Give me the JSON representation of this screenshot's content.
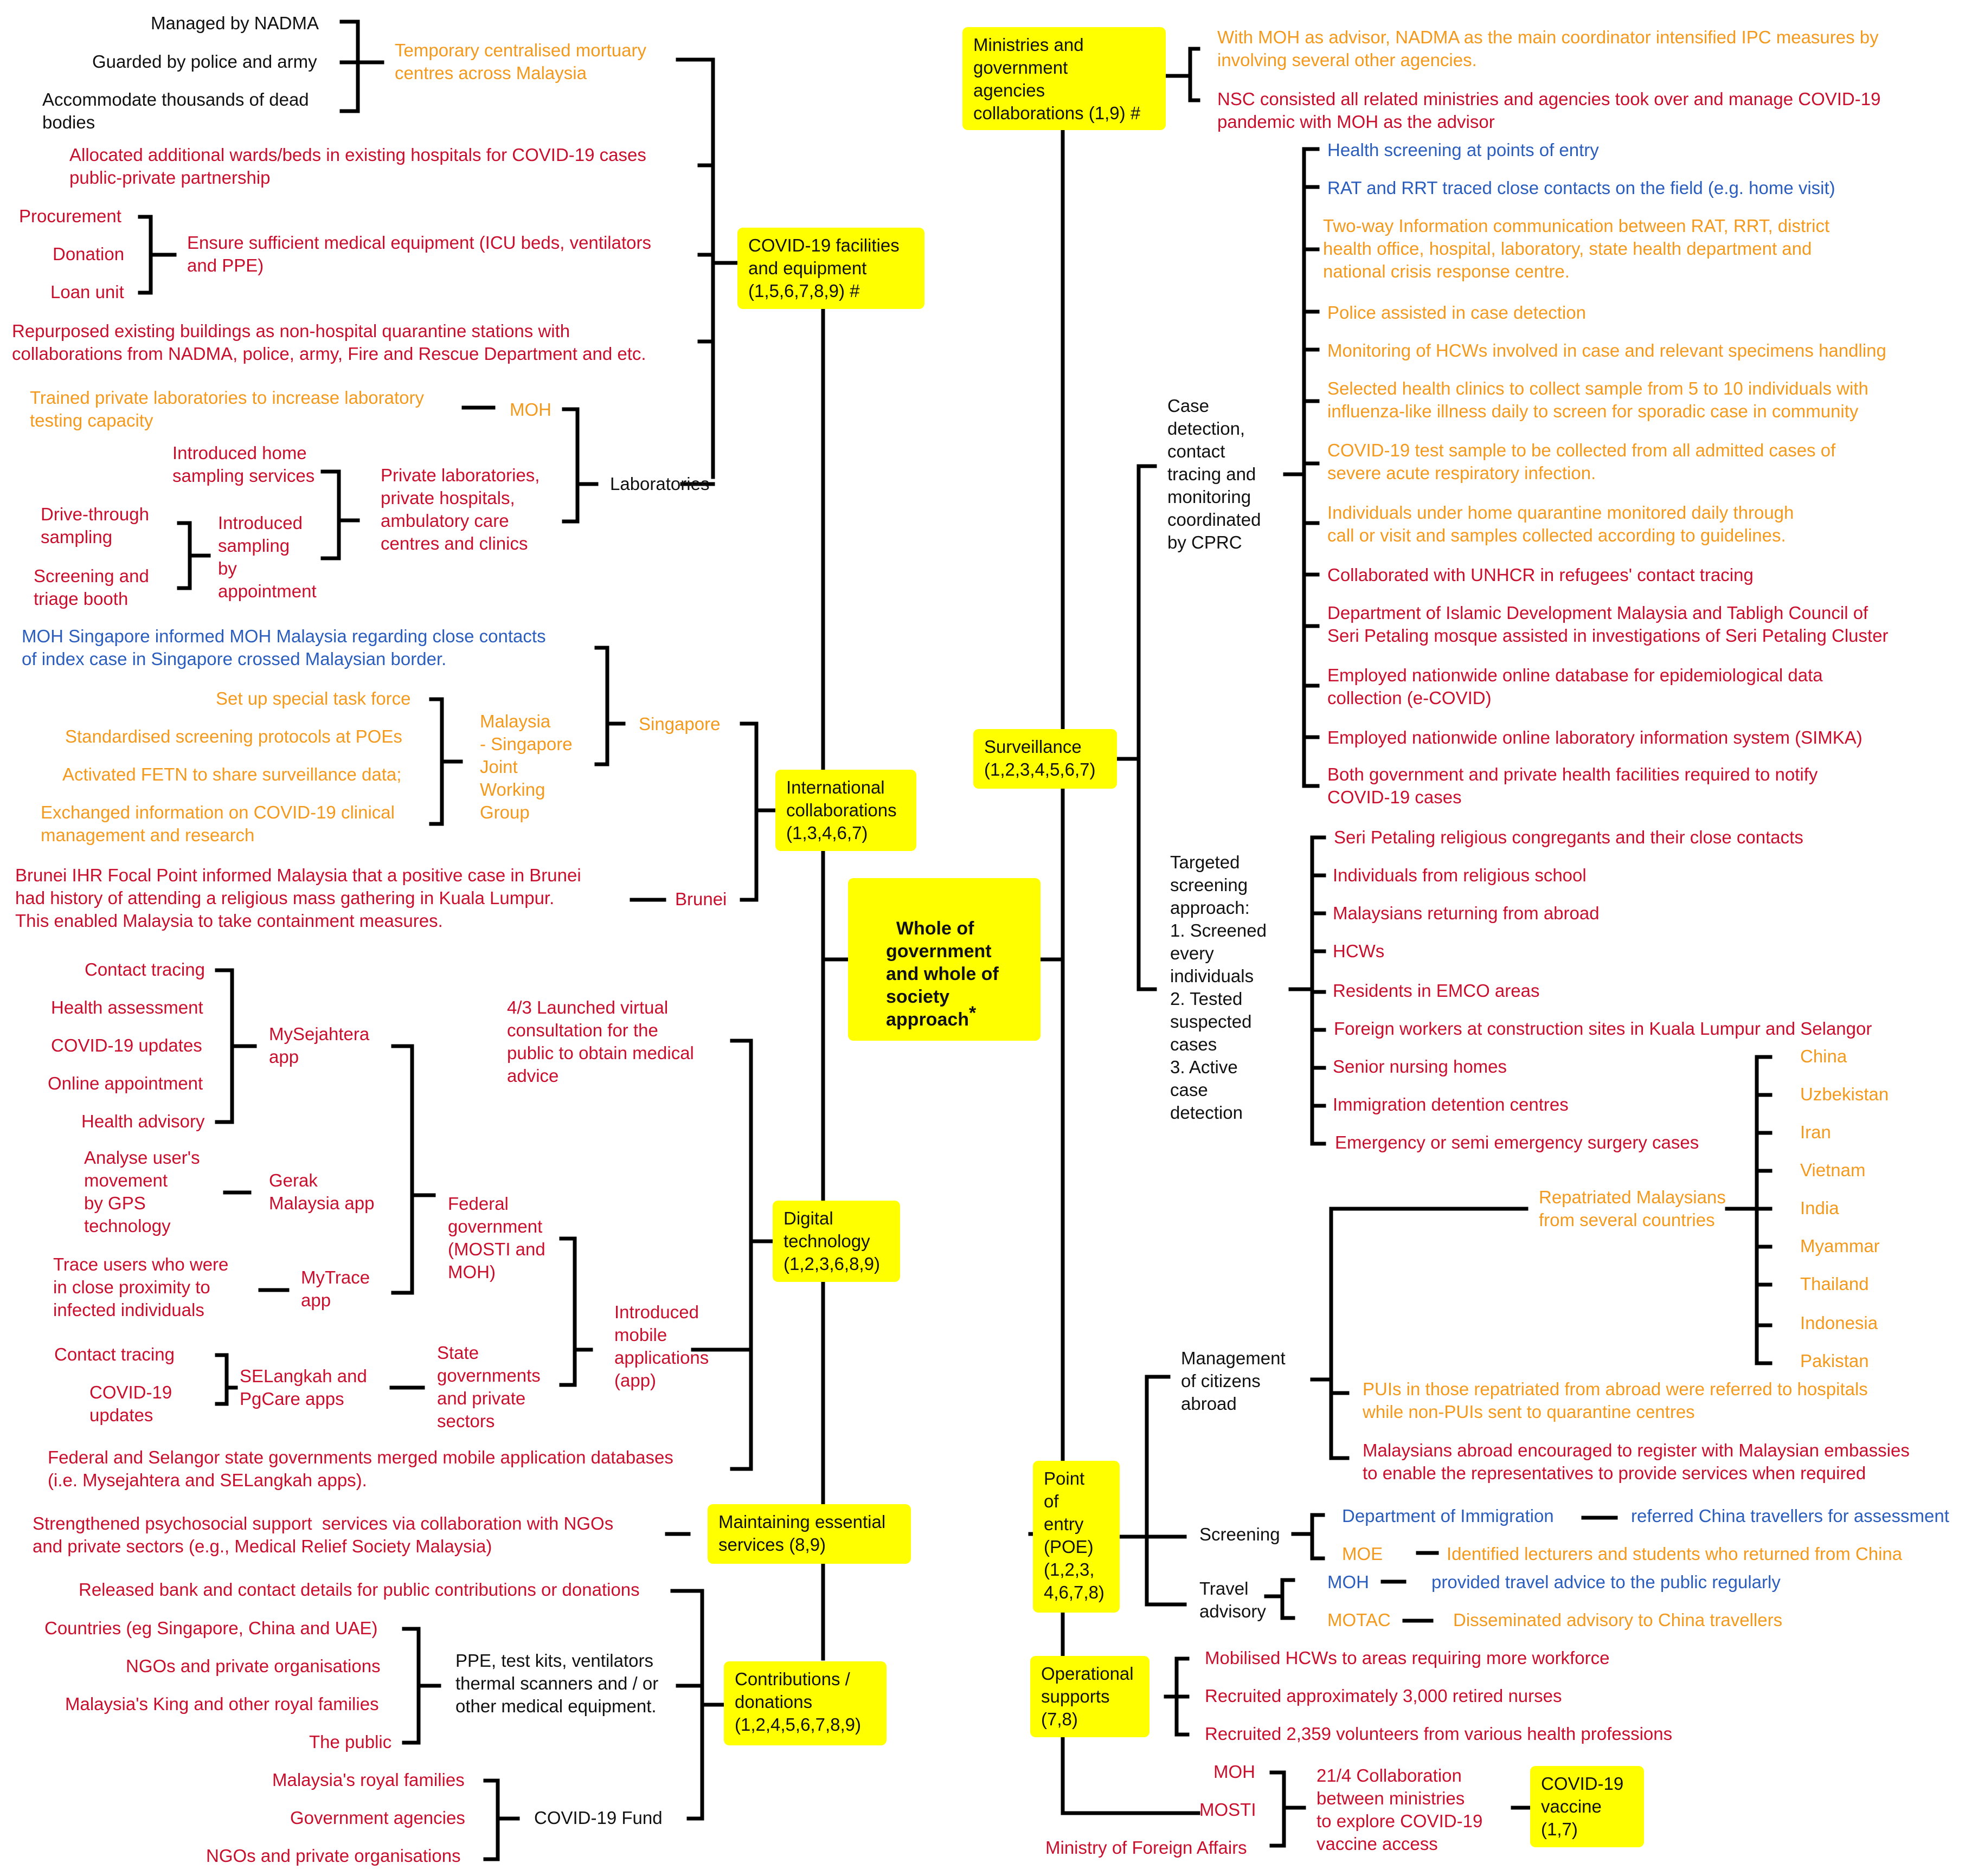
{
  "colors": {
    "red": "#c8102e",
    "orange": "#f39a1e",
    "blue": "#2b5dbd",
    "black": "#111111",
    "box": "#ffff00"
  },
  "center": {
    "label": "Whole of\ngovernment\nand whole of\nsociety\napproach",
    "star": "*"
  },
  "hubs": {
    "covid_facilities": "COVID-19 facilities\nand equipment\n(1,5,6,7,8,9) #",
    "international": "International\ncollaborations\n(1,3,4,6,7)",
    "digital": "Digital\ntechnology\n(1,2,3,6,8,9)",
    "essential": "Maintaining essential\nservices (8,9)",
    "contributions": "Contributions /\ndonations\n(1,2,4,5,6,7,8,9)",
    "ministries": "Ministries and\ngovernment\nagencies\ncollaborations (1,9) #",
    "surveillance": "Surveillance\n(1,2,3,4,5,6,7)",
    "poe": "Point\nof\nentry\n(POE)\n(1,2,3,\n4,6,7,8)",
    "operational": "Operational\nsupports\n(7,8)",
    "vaccine": "COVID-19\nvaccine\n(1,7)"
  },
  "left": {
    "mortuary": {
      "items": [
        "Managed by NADMA",
        "Guarded by police and army",
        "Accommodate thousands of dead\nbodies"
      ],
      "label": "Temporary centralised mortuary\ncentres across Malaysia"
    },
    "wards": "Allocated additional wards/beds in existing hospitals for COVID-19 cases\npublic-private partnership",
    "equipment": {
      "items": [
        "Procurement",
        "Donation",
        "Loan unit"
      ],
      "label": "Ensure sufficient medical equipment (ICU beds, ventilators\nand PPE)"
    },
    "repurposed": "Repurposed existing buildings as non-hospital quarantine stations with\ncollaborations from NADMA, police, army, Fire and Rescue Department and etc.",
    "labs": {
      "trained": "Trained private laboratories to increase laboratory\ntesting capacity",
      "moh": "MOH",
      "home": "Introduced home\nsampling services",
      "drive": "Drive-through\nsampling",
      "screening": "Screening and\ntriage booth",
      "appointment": "Introduced\nsampling\nby\nappointment",
      "private": "Private laboratories,\nprivate hospitals,\nambulatory care\ncentres and clinics",
      "label": "Laboratories"
    },
    "international": {
      "sg_informed": "MOH Singapore informed MOH Malaysia regarding close contacts\nof index case in Singapore crossed Malaysian border.",
      "jwg_items": [
        "Set up special task force",
        "Standardised screening protocols at POEs",
        "Activated FETN to share surveillance data;",
        "Exchanged information on COVID-19 clinical\nmanagement and research"
      ],
      "jwg": "Malaysia\n- Singapore\nJoint\nWorking\nGroup",
      "singapore": "Singapore",
      "brunei_text": "Brunei IHR Focal Point informed Malaysia that a positive case in Brunei\nhad history of attending a religious mass gathering in Kuala Lumpur.\nThis enabled Malaysia to take containment measures.",
      "brunei": "Brunei"
    },
    "digital": {
      "mysejahtera_items": [
        "Contact tracing",
        "Health assessment",
        "COVID-19 updates",
        "Online appointment",
        "Health advisory"
      ],
      "mysejahtera": "MySejahtera\napp",
      "gerak_text": "Analyse user's\nmovement\nby GPS\ntechnology",
      "gerak": "Gerak\nMalaysia app",
      "mytrace_text": "Trace users who were\nin close proximity to\ninfected individuals",
      "mytrace": "MyTrace\napp",
      "virtual": "4/3 Launched virtual\nconsultation for the\npublic to obtain medical\nadvice",
      "federal": "Federal\ngovernment\n(MOSTI and\nMOH)",
      "selangkah_items": [
        "Contact tracing",
        "COVID-19\nupdates"
      ],
      "selangkah": "SELangkah and\nPgCare apps",
      "state": "State\ngovernments\nand private\nsectors",
      "mobile": "Introduced\nmobile\napplications\n(app)",
      "merged": "Federal and Selangor state governments merged mobile application databases\n(i.e. Mysejahtera and SELangkah apps)."
    },
    "psychosocial": "Strengthened psychosocial support  services via collaboration with NGOs\nand private sectors (e.g., Medical Relief Society Malaysia)",
    "contributions": {
      "bank": "Released bank and contact details for public contributions or donations",
      "ppe_items": [
        "Countries (eg Singapore, China and UAE)",
        "NGOs and private organisations",
        "Malaysia's King and other royal families",
        "The public"
      ],
      "ppe": "PPE, test kits, ventilators\nthermal scanners and / or\nother medical equipment.",
      "fund_items": [
        "Malaysia's royal families",
        "Government agencies",
        "NGOs and private organisations"
      ],
      "fund": "COVID-19 Fund"
    }
  },
  "right": {
    "ministries": [
      "With MOH as advisor, NADMA as the main coordinator intensified IPC measures by\ninvolving several other agencies.",
      "NSC consisted all related ministries and agencies took over and manage COVID-19\npandemic with MOH as the advisor"
    ],
    "case_detection": {
      "label": "Case\ndetection,\ncontact\ntracing and\nmonitoring\ncoordinated\nby CPRC",
      "items": [
        {
          "text": "Health screening at points of entry",
          "color": "blue"
        },
        {
          "text": "RAT and RRT traced close contacts on the field (e.g. home visit)",
          "color": "blue"
        },
        {
          "text": "Two-way Information communication between RAT, RRT, district\nhealth office, hospital, laboratory, state health department and\nnational crisis response centre.",
          "color": "orange"
        },
        {
          "text": "Police assisted in case detection",
          "color": "orange"
        },
        {
          "text": "Monitoring of HCWs involved in case and relevant specimens handling",
          "color": "orange"
        },
        {
          "text": "Selected health clinics to collect sample from 5 to 10 individuals with\ninfluenza-like illness daily to screen for sporadic case in community",
          "color": "orange"
        },
        {
          "text": "COVID-19 test sample to be collected from all admitted cases of\nsevere acute respiratory infection.",
          "color": "orange"
        },
        {
          "text": "Individuals under home quarantine monitored daily through\ncall or visit and samples collected according to guidelines.",
          "color": "orange"
        },
        {
          "text": "Collaborated with UNHCR in refugees' contact tracing",
          "color": "red"
        },
        {
          "text": "Department of Islamic Development Malaysia and Tabligh Council of\nSeri Petaling mosque assisted in investigations of Seri Petaling Cluster",
          "color": "red"
        },
        {
          "text": "Employed nationwide online database for epidemiological data\ncollection (e-COVID)",
          "color": "red"
        },
        {
          "text": "Employed nationwide online laboratory information system (SIMKA)",
          "color": "red"
        },
        {
          "text": "Both government and private health facilities required to notify\nCOVID-19 cases",
          "color": "red"
        }
      ]
    },
    "targeted": {
      "label": "Targeted\nscreening\napproach:\n1. Screened\nevery\nindividuals\n2. Tested\nsuspected\ncases\n3. Active\ncase\ndetection",
      "items": [
        "Seri Petaling religious congregants and their close contacts",
        "Individuals from religious school",
        "Malaysians returning from abroad",
        "HCWs",
        "Residents in EMCO areas",
        "Foreign workers at construction sites in Kuala Lumpur and Selangor",
        "Senior nursing homes",
        "Immigration detention centres",
        "Emergency or semi emergency surgery cases"
      ]
    },
    "citizens": {
      "label": "Management\nof citizens\nabroad",
      "repatriated": "Repatriated Malaysians\nfrom several countries",
      "countries": [
        "China",
        "Uzbekistan",
        "Iran",
        "Vietnam",
        "India",
        "Myammar",
        "Thailand",
        "Indonesia",
        "Pakistan"
      ],
      "puis": "PUIs in those repatriated from abroad were referred to hospitals\nwhile non-PUIs sent to quarantine centres",
      "embassies": "Malaysians abroad encouraged to register with Malaysian embassies\nto enable the representatives to provide services when required"
    },
    "screening": {
      "label": "Screening",
      "immigration": "Department of Immigration",
      "immigration_action": "referred China travellers for assessment",
      "moe": "MOE",
      "moe_action": "Identified lecturers and students who returned from China"
    },
    "travel": {
      "label": "Travel\nadvisory",
      "moh": "MOH",
      "moh_action": "provided travel advice to the public regularly",
      "motac": "MOTAC",
      "motac_action": "Disseminated advisory to China travellers"
    },
    "operational_items": [
      "Mobilised HCWs to areas requiring more workforce",
      "Recruited approximately 3,000 retired nurses",
      "Recruited 2,359 volunteers from various health professions"
    ],
    "vaccine": {
      "agencies": [
        "MOH",
        "MOSTI",
        "Ministry of Foreign Affairs"
      ],
      "collab": "21/4 Collaboration\nbetween ministries\nto explore COVID-19\nvaccine access"
    }
  }
}
